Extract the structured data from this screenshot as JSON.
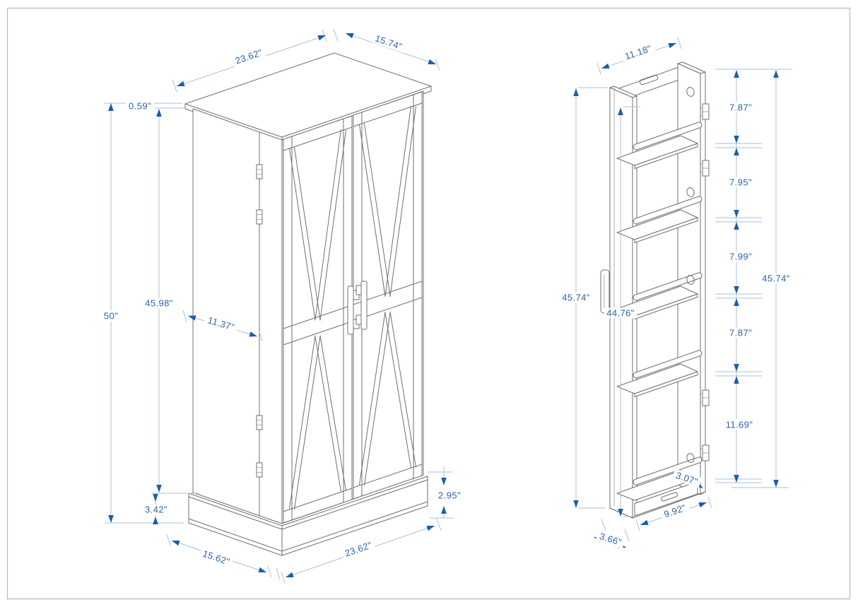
{
  "page": {
    "background": "#ffffff",
    "border_color": "#b9b9b9",
    "description": "Furniture dimension diagram: farmhouse barn-door storage cabinet, isometric front view and interior shelf view"
  },
  "colors": {
    "dimension_text": "#2a63ab",
    "dimension_arrow": "#1b5ea9",
    "dimension_line": "#a8c2dc",
    "drawing_line": "#6f6f6f"
  },
  "front_view": {
    "title": "cabinet-front-isometric",
    "dims": {
      "top_width": "23.62\"",
      "top_depth": "15.74\"",
      "top_panel_thickness": "0.59\"",
      "overall_height": "50\"",
      "door_height": "45.98\"",
      "door_width": "11.37\"",
      "base_height_left": "3.42\"",
      "base_height_right": "2.95\"",
      "bottom_depth": "15.62\"",
      "bottom_width": "23.62\""
    }
  },
  "side_view": {
    "title": "interior-shelf-isometric",
    "dims": {
      "top_width": "11.18\"",
      "shelf_gaps": [
        "7.87\"",
        "7.95\"",
        "7.99\"",
        "7.87\"",
        "11.69\""
      ],
      "overall_height_left": "45.74\"",
      "interior_height": "44.76\"",
      "overall_height_right": "45.74\"",
      "bottom_rail_depth": "3.07\"",
      "bottom_interior_width": "9.92\"",
      "side_depth": "3.66\""
    }
  }
}
